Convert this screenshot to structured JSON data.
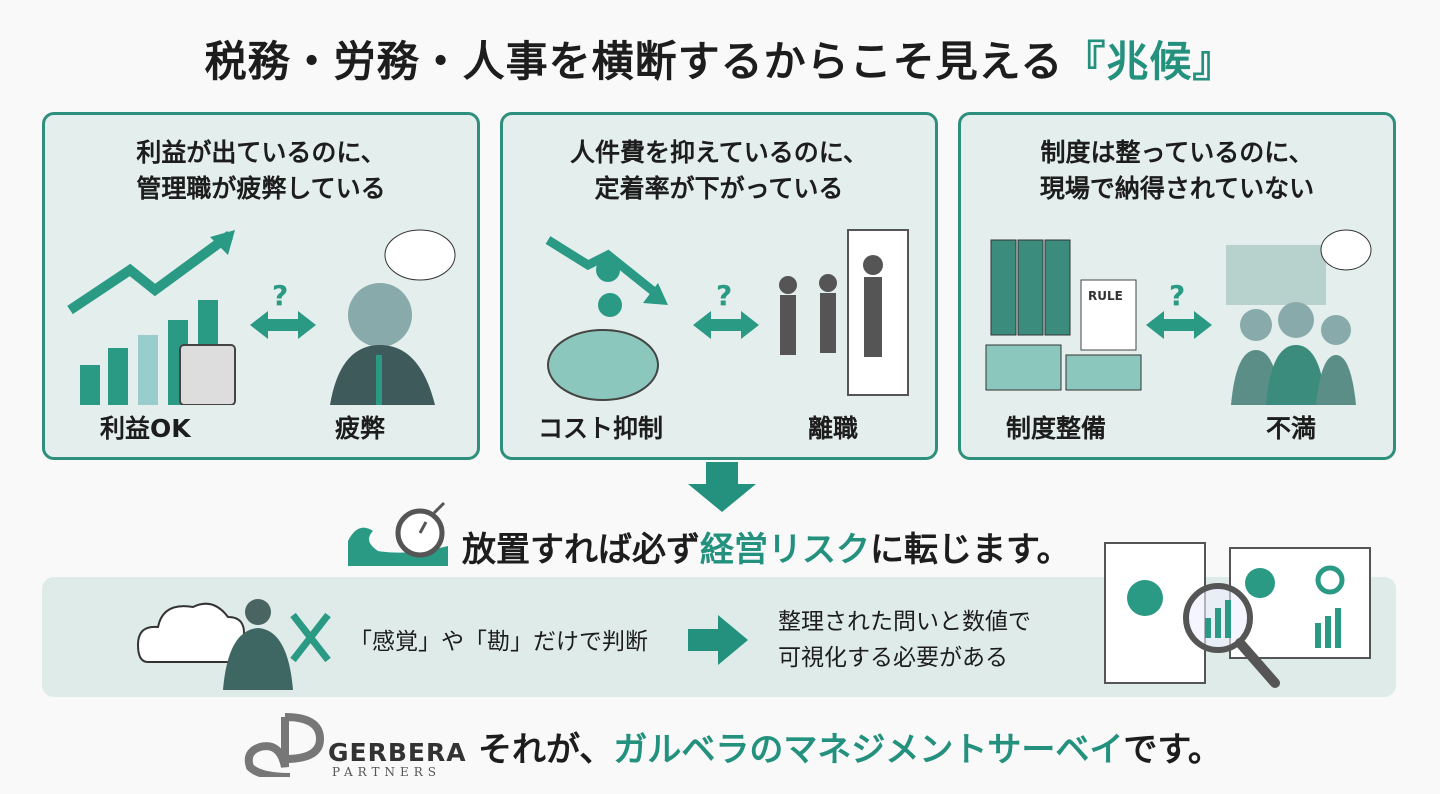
{
  "title": {
    "main": "税務・労務・人事を横断するからこそ見える",
    "accent": "『兆候』"
  },
  "panels": [
    {
      "head1": "利益が出ているのに、",
      "head2": "管理職が疲弊している",
      "left": "利益OK",
      "right": "疲弊",
      "q": "?"
    },
    {
      "head1": "人件費を抑えているのに、",
      "head2": "定着率が下がっている",
      "left": "コスト抑制",
      "right": "離職",
      "q": "?"
    },
    {
      "head1": "制度は整っているのに、",
      "head2": "現場で納得されていない",
      "left": "制度整備",
      "right": "不満",
      "q": "?",
      "rule": "RULE"
    }
  ],
  "risk": {
    "pre": "放置すれば必ず",
    "accent": "経営リスク",
    "post": "に転じます。"
  },
  "band": {
    "intuition": "「感覚」や「勘」だけで判断",
    "conclusion1": "整理された問いと数値で",
    "conclusion2": "可視化する必要がある"
  },
  "final": {
    "pre": "それが、",
    "accent": "ガルベラのマネジメントサーベイ",
    "post": "です。"
  },
  "logo": {
    "name": "GERBERA",
    "sub": "PARTNERS"
  },
  "colors": {
    "accent": "#23917e",
    "panel": "#e4efed",
    "border": "#2e8f7c"
  }
}
